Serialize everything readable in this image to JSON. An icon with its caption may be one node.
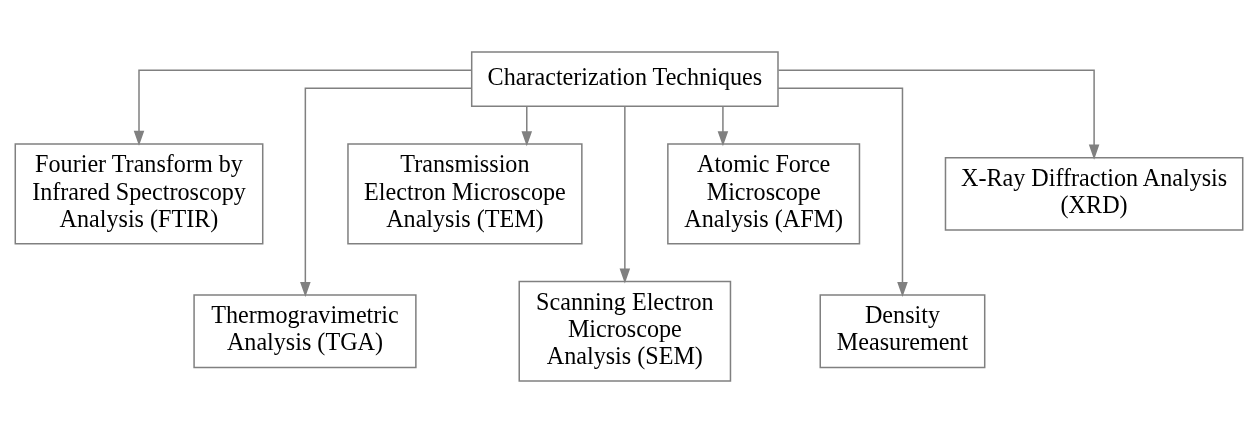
{
  "diagram": {
    "nodes": [
      {
        "text": [
          "Characterization Techniques"
        ]
      },
      {
        "text": [
          "Fourier Transform by Infrared Spectroscopy Analysis (FTIR)"
        ]
      },
      {
        "text": [
          "Thermogravimetric Analysis (TGA)"
        ]
      },
      {
        "text": [
          "Transmission Electron Microscope Analysis (TEM)"
        ]
      },
      {
        "text": [
          "Scanning Electron Microscope Analysis (SEM)"
        ]
      },
      {
        "text": [
          "Atomic Force Microscope Analysis (AFM)"
        ]
      },
      {
        "text": [
          "Density Measurement"
        ]
      },
      {
        "text": [
          "X-Ray Diffraction Analysis (XRD)"
        ]
      }
    ],
    "edges": [
      {
        "from": 0,
        "to": 1,
        "arrow": "to"
      },
      {
        "from": 0,
        "to": 2,
        "arrow": "to"
      },
      {
        "from": 0,
        "to": 3,
        "arrow": "to"
      },
      {
        "from": 0,
        "to": 4,
        "arrow": "to"
      },
      {
        "from": 0,
        "to": 5,
        "arrow": "to"
      },
      {
        "from": 0,
        "to": 6,
        "arrow": "to"
      },
      {
        "from": 0,
        "to": 7,
        "arrow": "to"
      }
    ]
  }
}
